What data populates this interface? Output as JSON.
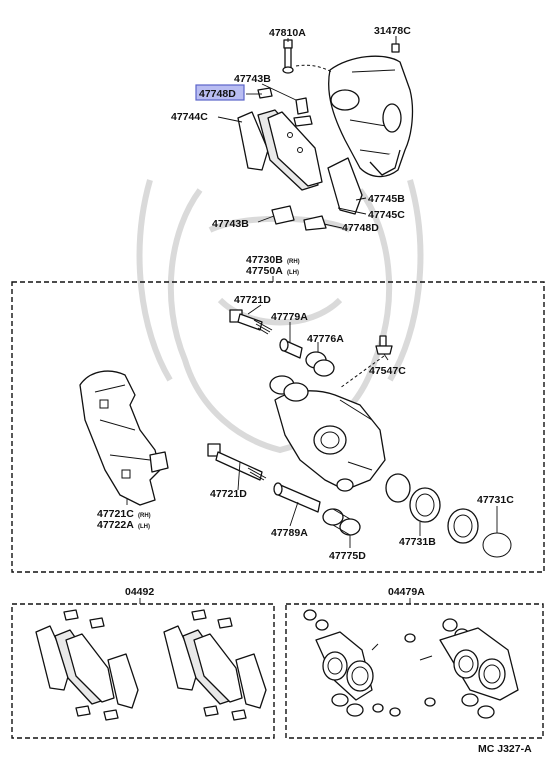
{
  "diagram": {
    "id": "MC J327-A",
    "highlight": "47748D",
    "labels": {
      "p47810A": "47810A",
      "p31478C": "31478C",
      "p47743B_top": "47743B",
      "p47748D_top": "47748D",
      "p47744C": "47744C",
      "p47745B": "47745B",
      "p47745C": "47745C",
      "p47743B_bot": "47743B",
      "p47748D_bot": "47748D",
      "assy1": "47730B",
      "assy1_side": "(RH)",
      "assy2": "47750A",
      "assy2_side": "(LH)",
      "p47721D_top": "47721D",
      "p47779A": "47779A",
      "p47776A": "47776A",
      "p47547C": "47547C",
      "p47721C": "47721C",
      "p47721C_side": "(RH)",
      "p47722A": "47722A",
      "p47722A_side": "(LH)",
      "p47721D_bot": "47721D",
      "p47789A": "47789A",
      "p47775D": "47775D",
      "p47731B": "47731B",
      "p47731C": "47731C",
      "kit1": "04492",
      "kit2": "04479A"
    }
  }
}
